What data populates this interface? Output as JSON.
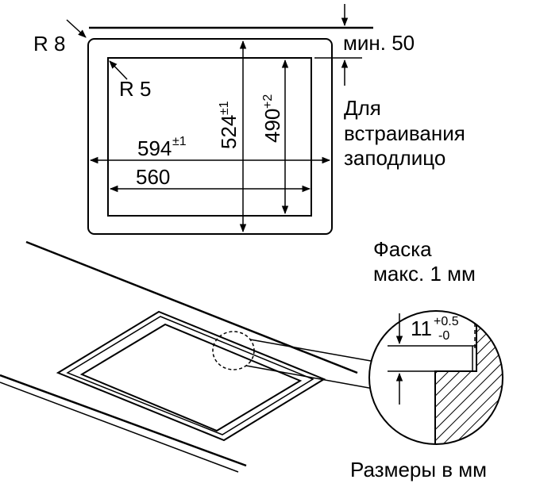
{
  "labels": {
    "outer_radius": "R 8",
    "inner_radius": "R 5",
    "min_clearance": "мин. 50",
    "flush_line1": "Для",
    "flush_line2": "встраивания",
    "flush_line3": "заподлицо",
    "bevel_line1": "Фаска",
    "bevel_line2": "макс. 1 мм",
    "units_note": "Размеры в мм"
  },
  "dimensions": {
    "outer_width": {
      "value": "594",
      "tol": "±1"
    },
    "inner_width": {
      "value": "560"
    },
    "outer_depth": {
      "value": "524",
      "tol": "±1"
    },
    "inner_depth": {
      "value": "490",
      "tol": "+2"
    },
    "recess_depth": {
      "value": "11",
      "tol_upper": "+0.5",
      "tol_lower": "-0"
    }
  },
  "colors": {
    "line": "#000000",
    "background": "#ffffff"
  }
}
